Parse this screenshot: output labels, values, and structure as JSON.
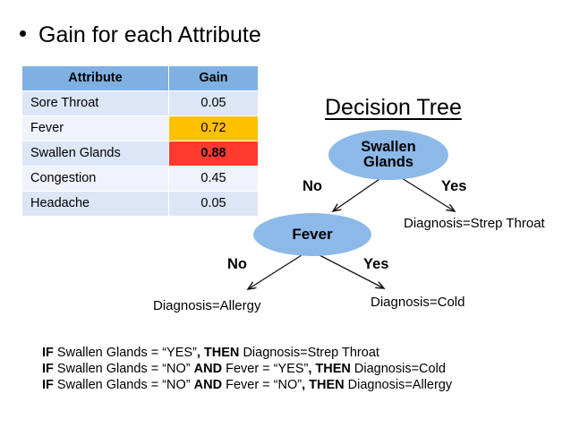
{
  "slide": {
    "heading": "Gain for each Attribute",
    "bullet_glyph": "bullet-dot"
  },
  "gain_table": {
    "headers": [
      "Attribute",
      "Gain"
    ],
    "rows": [
      {
        "attribute": "Sore Throat",
        "gain": "0.05",
        "highlight": "none"
      },
      {
        "attribute": "Fever",
        "gain": "0.72",
        "highlight": "amber"
      },
      {
        "attribute": "Swallen Glands",
        "gain": "0.88",
        "highlight": "red"
      },
      {
        "attribute": "Congestion",
        "gain": "0.45",
        "highlight": "none"
      },
      {
        "attribute": "Headache",
        "gain": "0.05",
        "highlight": "none"
      }
    ],
    "colors": {
      "header_bg": "#7EB0E2",
      "row_odd_bg": "#DCE6F7",
      "row_even_bg": "#EFF3FC",
      "highlight_amber": "#FFC000",
      "highlight_red": "#FF3B30"
    }
  },
  "decision_tree": {
    "title": "Decision Tree",
    "node_color": "#8CB9E8",
    "nodes": [
      {
        "id": "swollen-glands",
        "label": "Swallen\nGlands"
      },
      {
        "id": "fever",
        "label": "Fever"
      }
    ],
    "root_label_line1": "Swallen",
    "root_label_line2": "Glands",
    "fever_label": "Fever",
    "edges": [
      {
        "from": "swollen-glands",
        "label": "No",
        "to": "fever"
      },
      {
        "from": "swollen-glands",
        "label": "Yes",
        "to": "leaf-strep"
      },
      {
        "from": "fever",
        "label": "No",
        "to": "leaf-allergy"
      },
      {
        "from": "fever",
        "label": "Yes",
        "to": "leaf-cold"
      }
    ],
    "edge_labels": {
      "sg_no": "No",
      "sg_yes": "Yes",
      "fv_no": "No",
      "fv_yes": "Yes"
    },
    "leaves": {
      "strep": "Diagnosis=Strep Throat",
      "allergy": "Diagnosis=Allergy",
      "cold": "Diagnosis=Cold"
    }
  },
  "rules": [
    {
      "parts": [
        {
          "text": "IF ",
          "bold": true
        },
        {
          "text": "Swallen Glands = “YES”",
          "bold": false
        },
        {
          "text": ", THEN ",
          "bold": true
        },
        {
          "text": "Diagnosis=Strep Throat",
          "bold": false
        }
      ]
    },
    {
      "parts": [
        {
          "text": "IF ",
          "bold": true
        },
        {
          "text": "Swallen Glands = “NO” ",
          "bold": false
        },
        {
          "text": "AND ",
          "bold": true
        },
        {
          "text": "Fever = “YES”",
          "bold": false
        },
        {
          "text": ", THEN ",
          "bold": true
        },
        {
          "text": "Diagnosis=Cold",
          "bold": false
        }
      ]
    },
    {
      "parts": [
        {
          "text": "IF ",
          "bold": true
        },
        {
          "text": "Swallen Glands = “NO” ",
          "bold": false
        },
        {
          "text": "AND ",
          "bold": true
        },
        {
          "text": "Fever = “NO”",
          "bold": false
        },
        {
          "text": ", THEN ",
          "bold": true
        },
        {
          "text": "Diagnosis=Allergy",
          "bold": false
        }
      ]
    }
  ]
}
